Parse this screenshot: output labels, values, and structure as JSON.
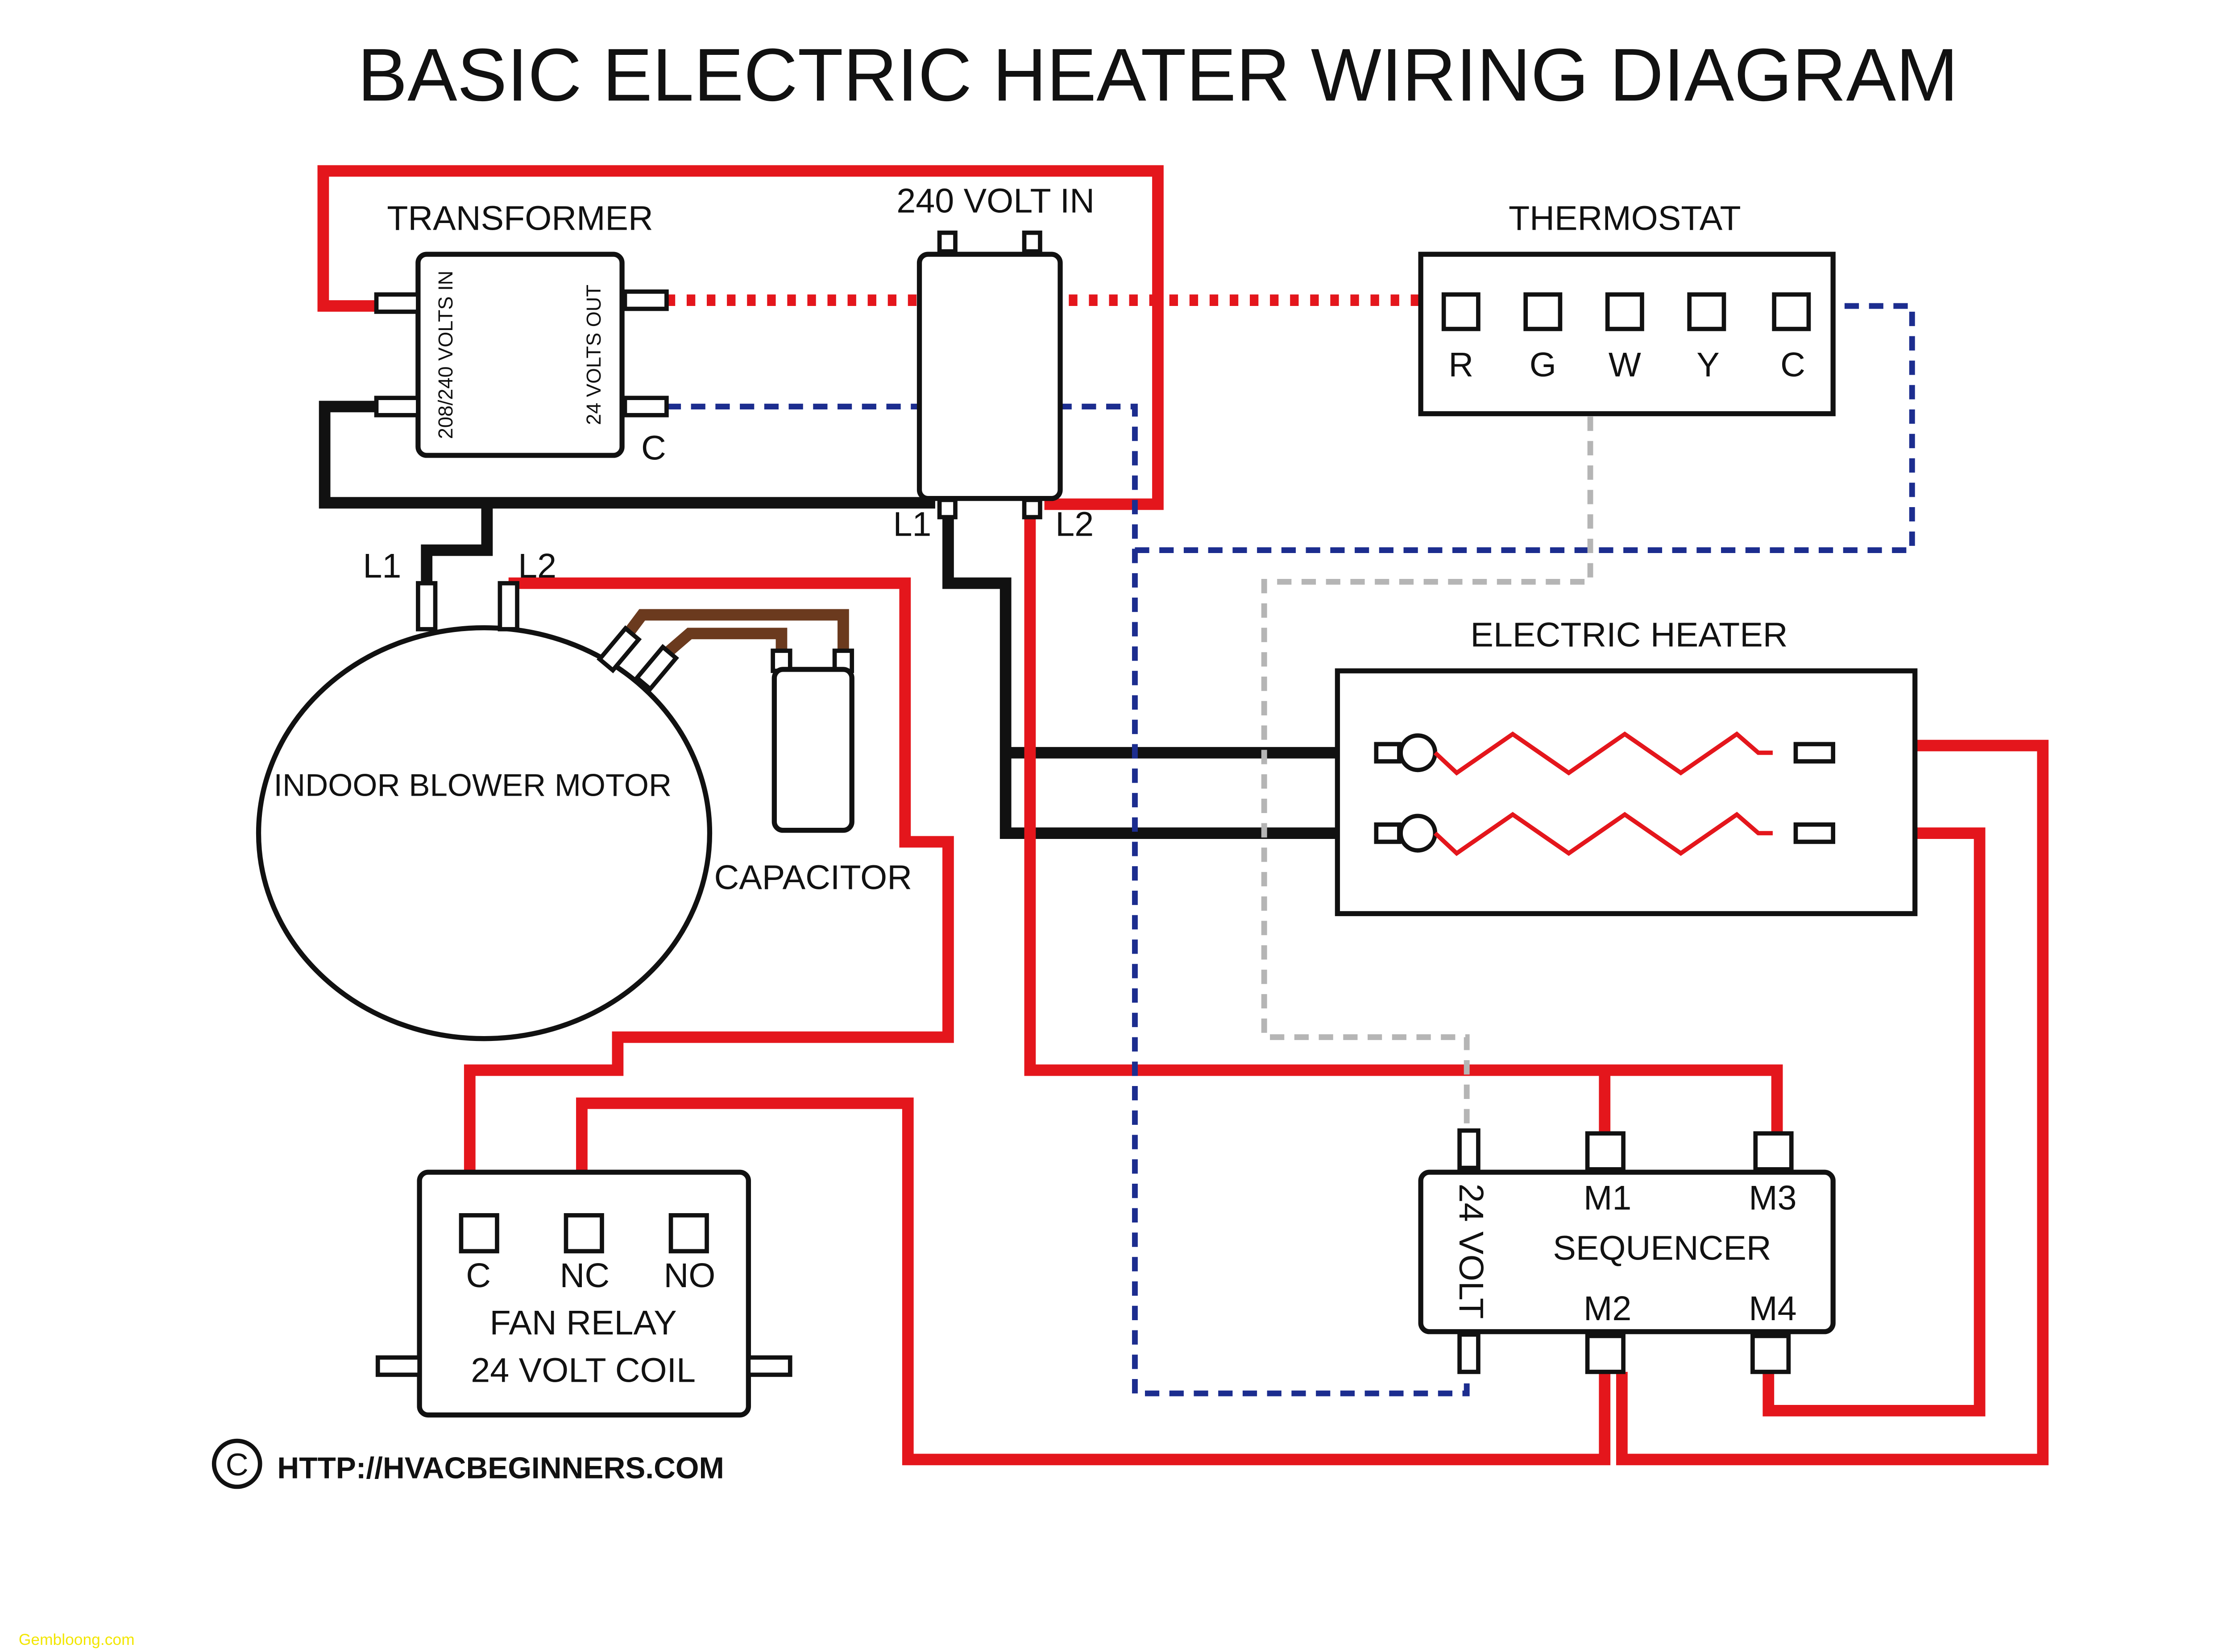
{
  "title": "BASIC ELECTRIC HEATER WIRING DIAGRAM",
  "transformer": {
    "title": "TRANSFORMER",
    "input_label": "208/240 VOLTS IN",
    "output_label": "24 VOLTS OUT",
    "common_label": "C"
  },
  "supply": {
    "title": "240 VOLT IN",
    "l1": "L1",
    "l2": "L2"
  },
  "thermostat": {
    "title": "THERMOSTAT",
    "terminals": [
      "R",
      "G",
      "W",
      "Y",
      "C"
    ]
  },
  "blower_motor": {
    "title": "INDOOR BLOWER MOTOR",
    "l1": "L1",
    "l2": "L2"
  },
  "capacitor": {
    "title": "CAPACITOR"
  },
  "electric_heater": {
    "title": "ELECTRIC HEATER"
  },
  "fan_relay": {
    "terminals": [
      "C",
      "NC",
      "NO"
    ],
    "title_line1": "FAN RELAY",
    "title_line2": "24 VOLT COIL"
  },
  "sequencer": {
    "title": "SEQUENCER",
    "coil_label": "24 VOLT",
    "m1": "M1",
    "m2": "M2",
    "m3": "M3",
    "m4": "M4"
  },
  "copyright": {
    "symbol": "C",
    "url": "HTTP://HVACBEGINNERS.COM"
  },
  "watermark": "Gembloong.com",
  "colors": {
    "line_voltage_wire": "#e4161c",
    "low_voltage_common_wire": "#1c2d8f",
    "heat_call_wire": "#b5b5b5",
    "capacitor_wire": "#6b3a1e"
  }
}
